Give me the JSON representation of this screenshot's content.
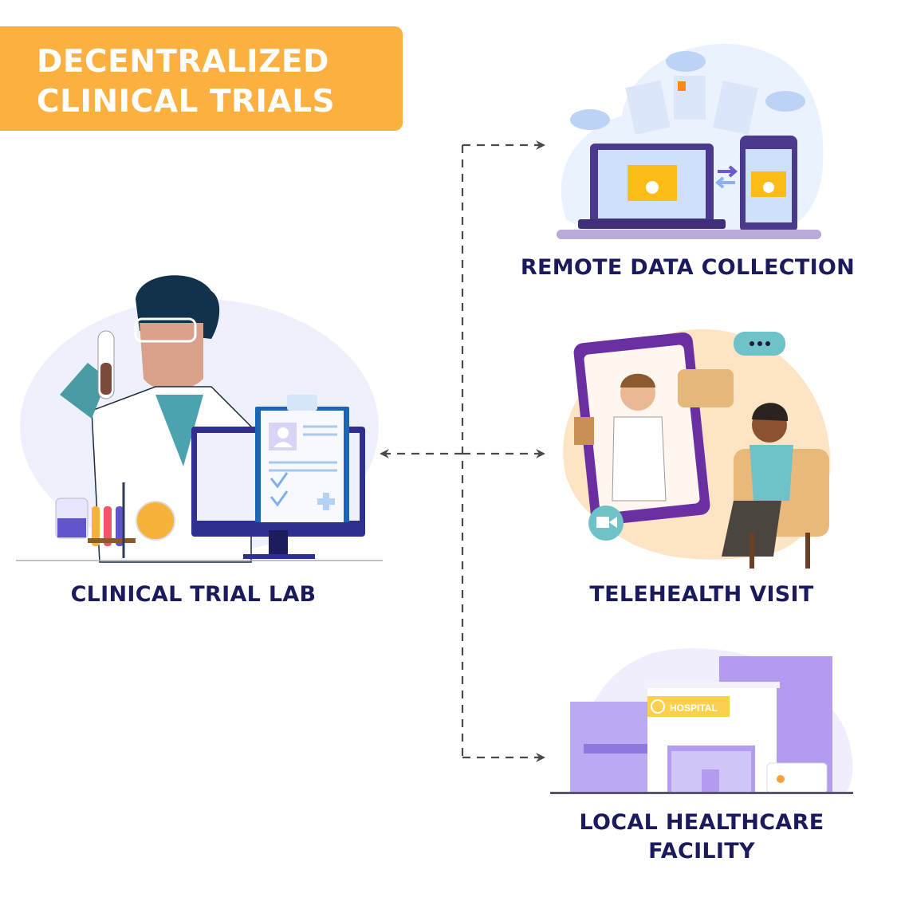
{
  "title": {
    "line1": "DECENTRALIZED",
    "line2": "CLINICAL TRIALS",
    "background_color": "#fbb040",
    "text_color": "#ffffff"
  },
  "hub": {
    "label": "CLINICAL TRIAL LAB",
    "illustration": "scientist-lab-icon"
  },
  "nodes": [
    {
      "label": "REMOTE DATA COLLECTION",
      "illustration": "laptop-phone-data-transfer-icon"
    },
    {
      "label": "TELEHEALTH VISIT",
      "illustration": "video-call-doctor-patient-icon"
    },
    {
      "label": "LOCAL HEALTHCARE",
      "label2": "FACILITY",
      "illustration": "hospital-building-icon",
      "sign": "HOSPITAL"
    }
  ],
  "colors": {
    "label_text": "#1b1a5c",
    "connector": "#4a4a4a",
    "purple": "#4b3a8c",
    "lavender": "#b7a6f2",
    "light_blue": "#e9f2fd",
    "peach": "#fde4c4",
    "teal": "#6fc2c8"
  }
}
